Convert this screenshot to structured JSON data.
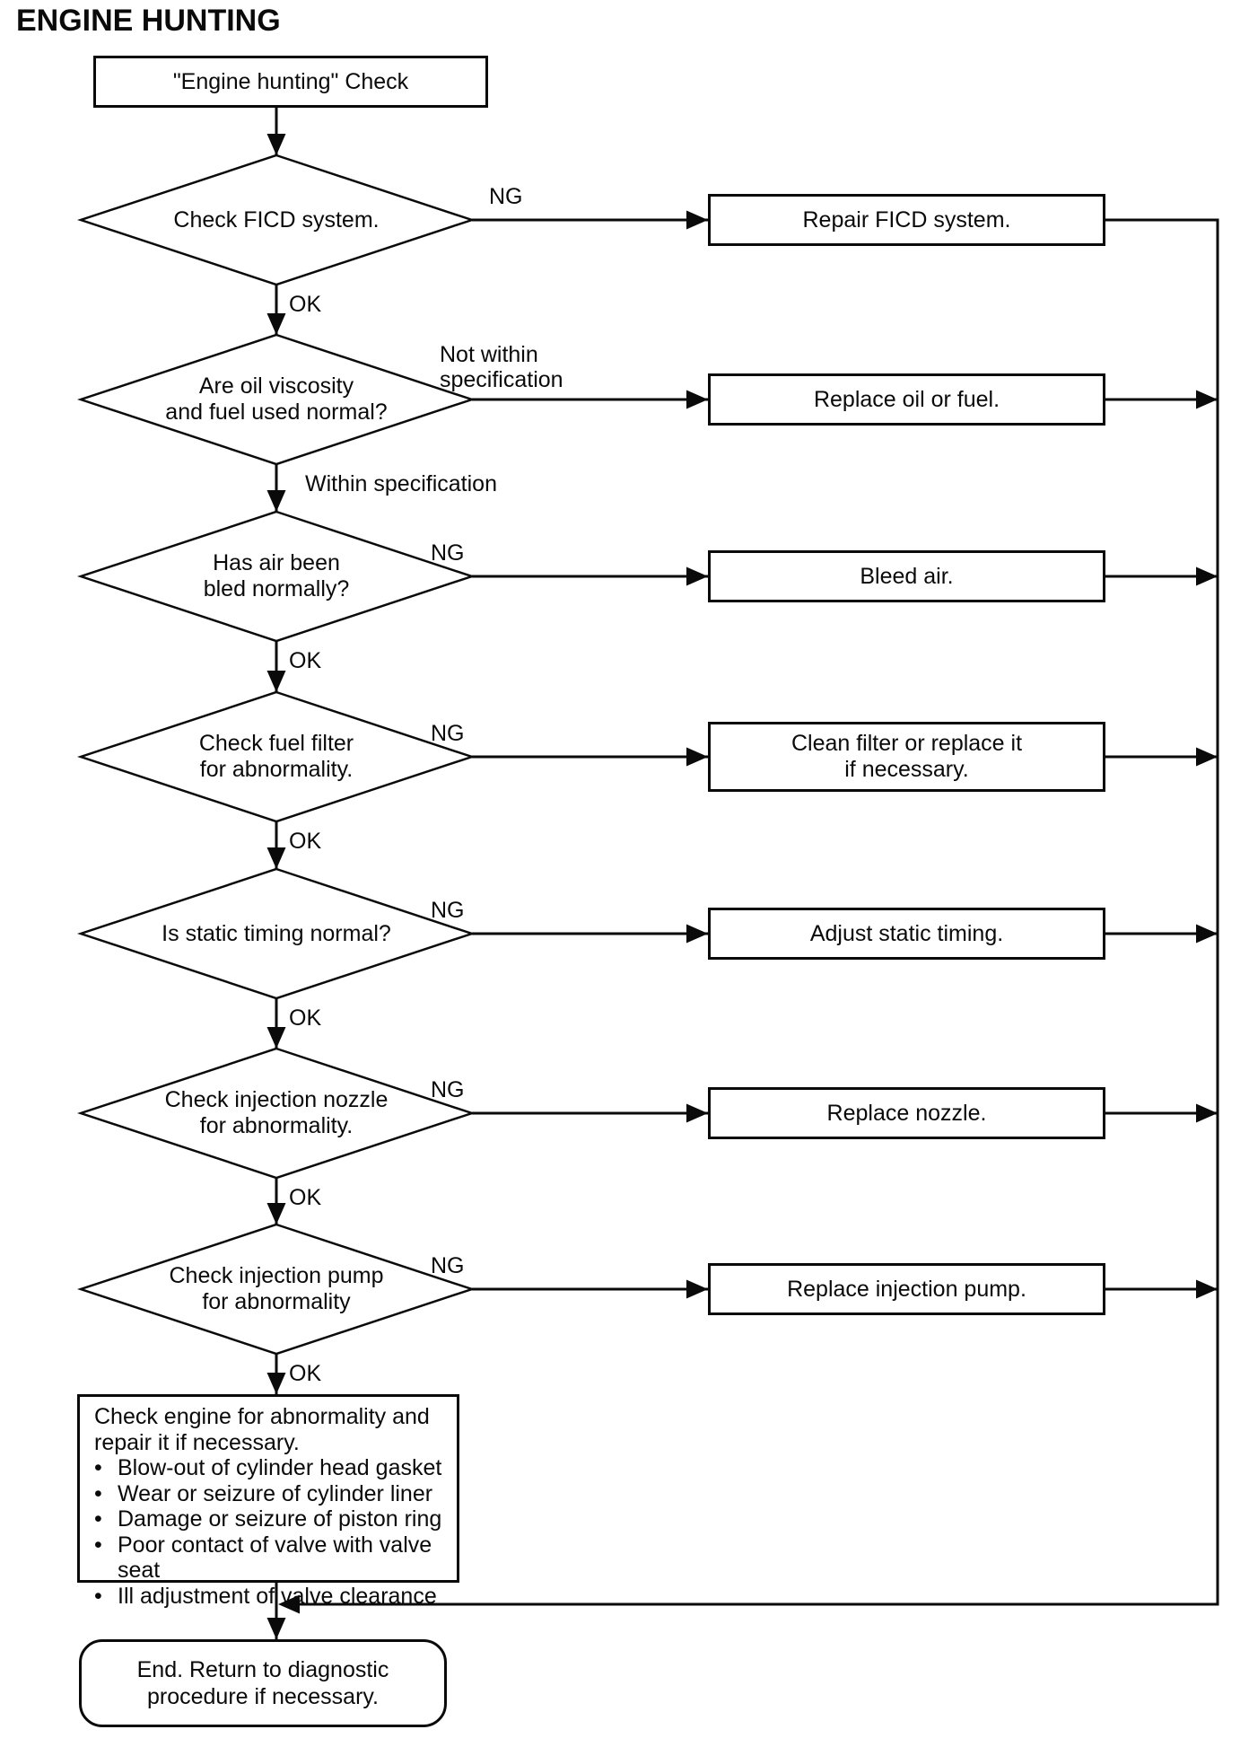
{
  "title": "ENGINE HUNTING",
  "start_label": "\"Engine hunting\" Check",
  "steps": [
    {
      "question_lines": [
        "Check FICD system."
      ],
      "branch_label_lines": [
        "NG"
      ],
      "action_lines": [
        "Repair FICD system."
      ],
      "down_label": "OK"
    },
    {
      "question_lines": [
        "Are oil viscosity",
        "and fuel used normal?"
      ],
      "branch_label_lines": [
        "Not within",
        "specification"
      ],
      "action_lines": [
        "Replace oil or fuel."
      ],
      "down_label": "Within specification"
    },
    {
      "question_lines": [
        "Has air been",
        "bled normally?"
      ],
      "branch_label_lines": [
        "NG"
      ],
      "action_lines": [
        "Bleed air."
      ],
      "down_label": "OK"
    },
    {
      "question_lines": [
        "Check fuel filter",
        "for abnormality."
      ],
      "branch_label_lines": [
        "NG"
      ],
      "action_lines": [
        "Clean filter or replace it",
        "if necessary."
      ],
      "down_label": "OK"
    },
    {
      "question_lines": [
        "Is static timing normal?"
      ],
      "branch_label_lines": [
        "NG"
      ],
      "action_lines": [
        "Adjust static timing."
      ],
      "down_label": "OK"
    },
    {
      "question_lines": [
        "Check injection nozzle",
        "for abnormality."
      ],
      "branch_label_lines": [
        "NG"
      ],
      "action_lines": [
        "Replace nozzle."
      ],
      "down_label": "OK"
    },
    {
      "question_lines": [
        "Check injection pump",
        "for abnormality"
      ],
      "branch_label_lines": [
        "NG"
      ],
      "action_lines": [
        "Replace injection pump."
      ],
      "down_label": "OK"
    }
  ],
  "final_check": {
    "intro_lines": [
      "Check engine for abnormality and",
      "repair it if necessary."
    ],
    "bullet_char": "•",
    "bullets": [
      "Blow-out of cylinder head gasket",
      "Wear or seizure of cylinder liner",
      "Damage or seizure of piston ring",
      "Poor contact of valve with valve seat",
      "Ill adjustment of valve clearance"
    ]
  },
  "end_label_lines": [
    "End. Return to diagnostic",
    "procedure if necessary."
  ],
  "colors": {
    "ink": "#0a0a0a",
    "background": "#ffffff"
  }
}
